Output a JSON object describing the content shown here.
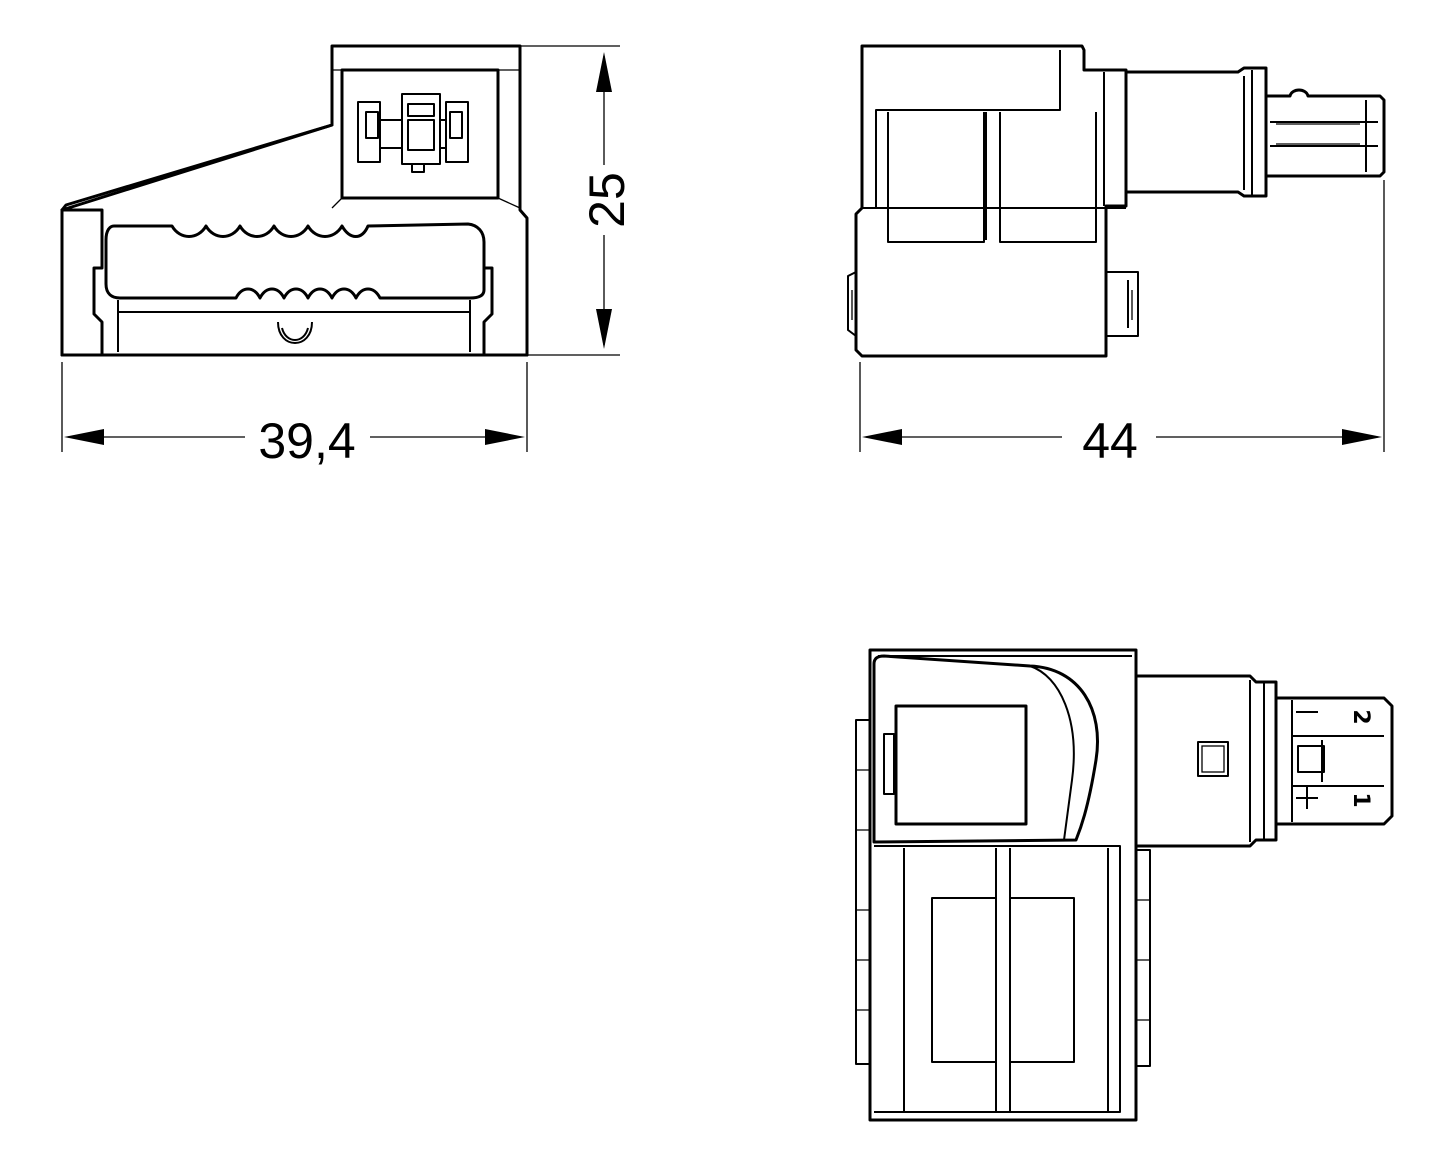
{
  "dimensions": {
    "width_front": "39,4",
    "height_front": "25",
    "width_side": "44"
  },
  "pin_labels": {
    "pin2": "2",
    "pin1": "1",
    "minus": "−",
    "plus": "+"
  }
}
